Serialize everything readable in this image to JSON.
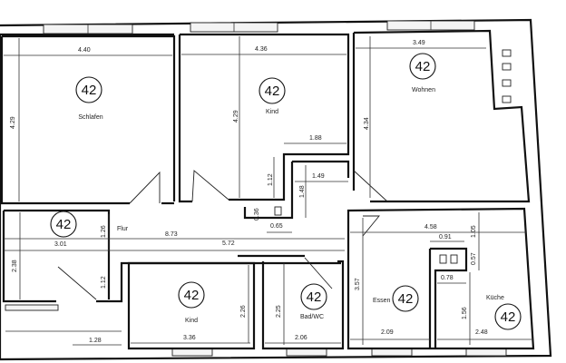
{
  "plan": {
    "type": "apartment floor plan",
    "rooms": [
      {
        "id": "schlafen",
        "label": "Schlafen",
        "badge": "42",
        "width": "4.40",
        "height": "4.29"
      },
      {
        "id": "kind1",
        "label": "Kind",
        "badge": "42",
        "width": "4.36",
        "height": "4.29",
        "notch_width": "1.88"
      },
      {
        "id": "wohnen",
        "label": "Wohnen",
        "badge": "42",
        "width": "3.49",
        "height": "4.34"
      },
      {
        "id": "flur",
        "label": "Flur",
        "badge": "42",
        "width": "3.01",
        "height": "1.26"
      },
      {
        "id": "kind2",
        "label": "Kind",
        "badge": "42",
        "width": "3.36",
        "height": "2.26"
      },
      {
        "id": "bad",
        "label": "Bad/WC",
        "badge": "42",
        "width": "2.06",
        "height": "2.25"
      },
      {
        "id": "essen",
        "label": "Essen",
        "badge": "42",
        "width": "2.09",
        "height": "3.57"
      },
      {
        "id": "kueche",
        "label": "Küche",
        "badge": "42",
        "width": "2.48",
        "height": "1.56"
      }
    ],
    "dimensions": {
      "schlafen_w": "4.40",
      "schlafen_h": "4.29",
      "kind1_w": "4.36",
      "kind1_h": "4.29",
      "kind1_notch": "1.88",
      "wohnen_w": "3.49",
      "wohnen_h": "4.34",
      "corridor_1_12_top": "1.12",
      "corridor_1_49": "1.49",
      "corridor_1_48": "1.48",
      "shaft_0_36": "0.36",
      "shaft_0_65": "0.65",
      "flur_overall": "8.73",
      "flur_5_72": "5.72",
      "flur_3_01": "3.01",
      "flur_1_26": "1.26",
      "flur_2_38": "2.38",
      "flur_1_12": "1.12",
      "lower_1_28": "1.28",
      "kind2_w": "3.36",
      "kind2_h": "2.26",
      "bad_w": "2.06",
      "bad_h": "2.25",
      "essen_h": "3.57",
      "essen_w": "2.09",
      "kueche_overall": "4.58",
      "kueche_0_91": "0.91",
      "kueche_1_05": "1.05",
      "kueche_0_57": "0.57",
      "kueche_0_78": "0.78",
      "kueche_1_56": "1.56",
      "kueche_w": "2.48"
    }
  }
}
